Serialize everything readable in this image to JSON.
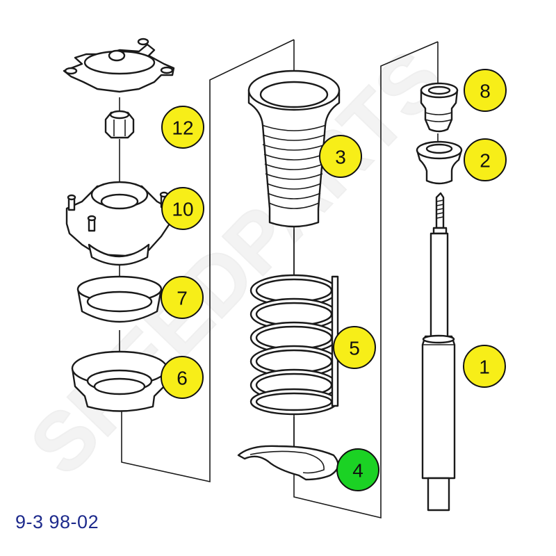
{
  "caption": "9-3 98-02",
  "watermark": "SPEEDPARTS",
  "colors": {
    "callout_default": "#f7ee18",
    "callout_highlight": "#1bd224",
    "caption": "#1d2a8c",
    "watermark": "#e9e9e9"
  },
  "callouts": [
    {
      "id": "1",
      "label": "1",
      "highlight": false
    },
    {
      "id": "2",
      "label": "2",
      "highlight": false
    },
    {
      "id": "3",
      "label": "3",
      "highlight": false
    },
    {
      "id": "4",
      "label": "4",
      "highlight": true
    },
    {
      "id": "5",
      "label": "5",
      "highlight": false
    },
    {
      "id": "6",
      "label": "6",
      "highlight": false
    },
    {
      "id": "7",
      "label": "7",
      "highlight": false
    },
    {
      "id": "8",
      "label": "8",
      "highlight": false
    },
    {
      "id": "10",
      "label": "10",
      "highlight": false
    },
    {
      "id": "12",
      "label": "12",
      "highlight": false
    }
  ]
}
